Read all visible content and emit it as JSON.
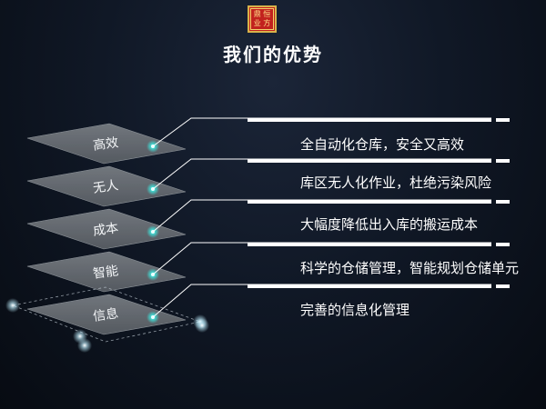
{
  "logo": {
    "line1": "鼎 恒",
    "line2": "业 方"
  },
  "title": "我们的优势",
  "layers": [
    {
      "label": "高效",
      "text": "全自动化仓库，安全又高效"
    },
    {
      "label": "无人",
      "text": "库区无人化作业，杜绝污染风险"
    },
    {
      "label": "成本",
      "text": "大幅度降低出入库的搬运成本"
    },
    {
      "label": "智能",
      "text": "科学的仓储管理，智能规划仓储单元"
    },
    {
      "label": "信息",
      "text": "完善的信息化管理"
    }
  ],
  "colors": {
    "accent": "#3ee0d8",
    "panel": "#6b7076",
    "panel_edge": "#9aa0a6",
    "logo_red": "#c2221e"
  }
}
